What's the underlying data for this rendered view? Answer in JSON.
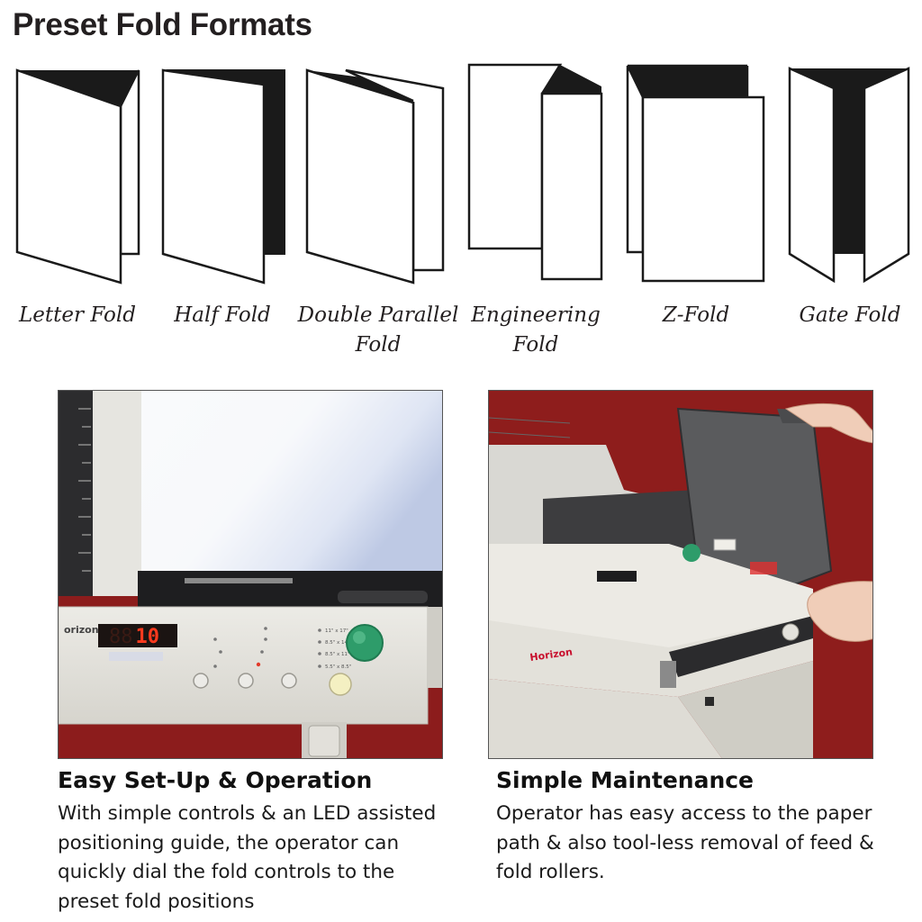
{
  "page": {
    "title": "Preset Fold Formats"
  },
  "folds": [
    {
      "icon": "letter-fold-icon",
      "label": "Letter Fold"
    },
    {
      "icon": "half-fold-icon",
      "label": "Half Fold"
    },
    {
      "icon": "double-parallel-fold-icon",
      "label": "Double Parallel Fold"
    },
    {
      "icon": "engineering-fold-icon",
      "label": "Engineering Fold"
    },
    {
      "icon": "z-fold-icon",
      "label": "Z-Fold"
    },
    {
      "icon": "gate-fold-icon",
      "label": "Gate Fold"
    }
  ],
  "features": [
    {
      "heading": "Easy Set-Up & Operation",
      "body": "With simple controls & an LED assisted positioning guide, the operator can quickly dial the fold controls to the preset fold positions",
      "photo": {
        "brand": "orizon",
        "led_display": "10",
        "size_options": [
          "11\" x 17\"",
          "8.5\" x 14\"",
          "8.5\" x 11\"",
          "5.5\" x 8.5\""
        ]
      }
    },
    {
      "heading": "Simple Maintenance",
      "body": "Operator has easy access to the paper path & also tool-less removal of feed & fold rollers.",
      "photo": {
        "brand": "Horizon"
      }
    }
  ],
  "colors": {
    "photo_backdrop": "#8c1c1c",
    "start_button": "#2e9c6a",
    "led": "#ff3a1e"
  }
}
